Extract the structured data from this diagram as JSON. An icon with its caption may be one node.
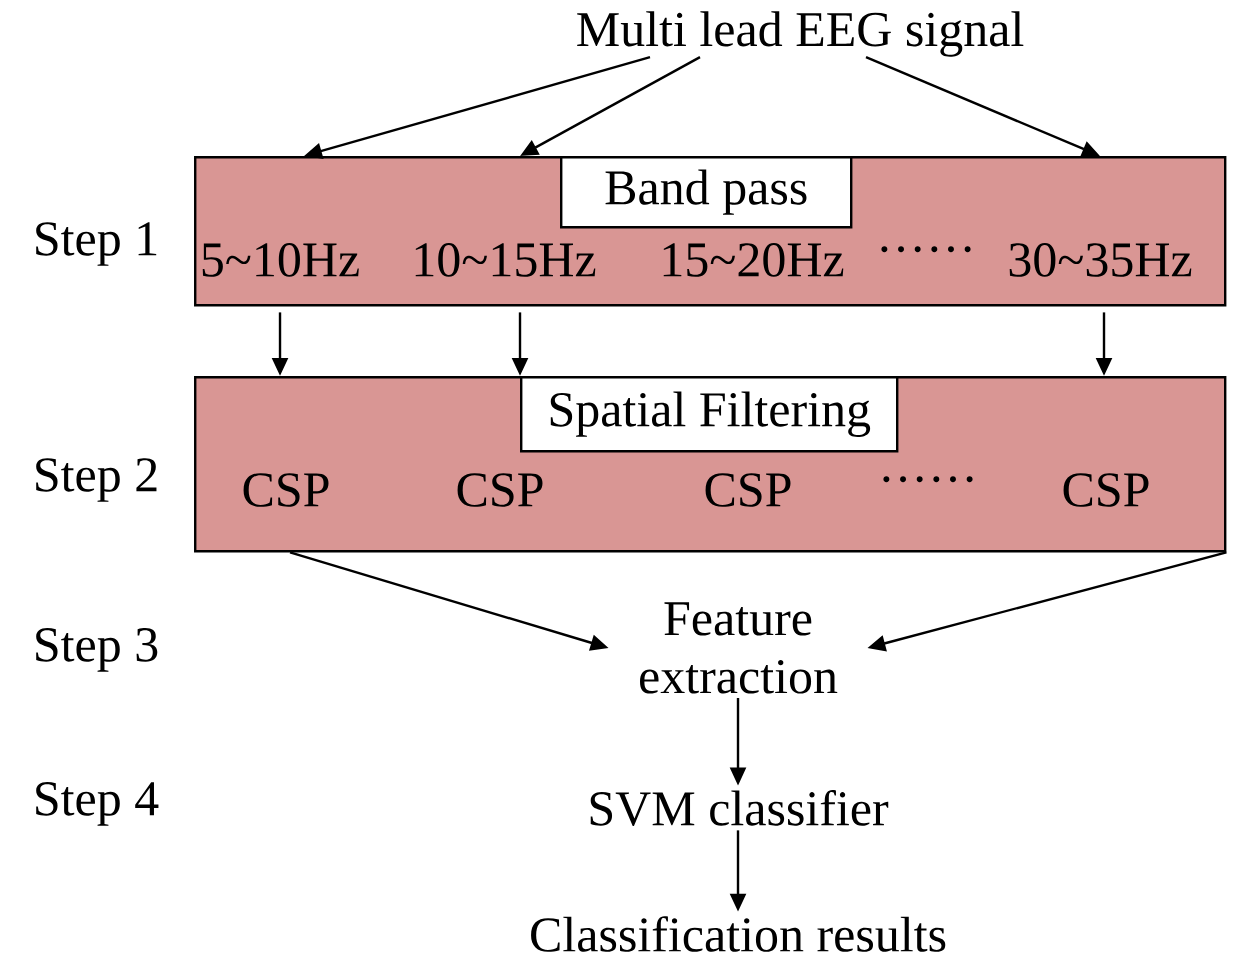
{
  "diagram": {
    "nodes": [
      {
        "text": [
          "Multi lead EEG signal"
        ]
      },
      {
        "text": [],
        "shape": "box"
      },
      {
        "text": [
          "Band pass"
        ],
        "in": 1
      },
      {
        "text": [],
        "shape": "box"
      },
      {
        "text": [
          "Spatial Filtering"
        ],
        "in": 3
      },
      {
        "text": [
          "Feature extraction"
        ]
      },
      {
        "text": [
          "SVM classifier"
        ]
      },
      {
        "text": [
          "Classification results"
        ]
      }
    ],
    "edges": [
      {
        "from": 0,
        "to": 1,
        "arrow": "to"
      },
      {
        "from": 0,
        "to": 1,
        "arrow": "to"
      },
      {
        "from": 0,
        "to": 1,
        "arrow": "to"
      },
      {
        "from": 1,
        "to": 3,
        "arrow": "to"
      },
      {
        "from": 1,
        "to": 3,
        "arrow": "to"
      },
      {
        "from": 1,
        "to": 3,
        "arrow": "to"
      },
      {
        "from": 3,
        "to": 5,
        "arrow": "to"
      },
      {
        "from": 3,
        "to": 5,
        "arrow": "to"
      },
      {
        "from": 5,
        "to": 6,
        "arrow": "to"
      },
      {
        "from": 6,
        "to": 7,
        "arrow": "to"
      }
    ],
    "labels": [
      "Step 1",
      "5~10Hz",
      "10~15Hz",
      "15~20Hz",
      "······",
      "30~35Hz",
      "Step 2",
      "CSP",
      "CSP",
      "CSP",
      "······",
      "CSP",
      "Step 3",
      "Step 4"
    ]
  }
}
